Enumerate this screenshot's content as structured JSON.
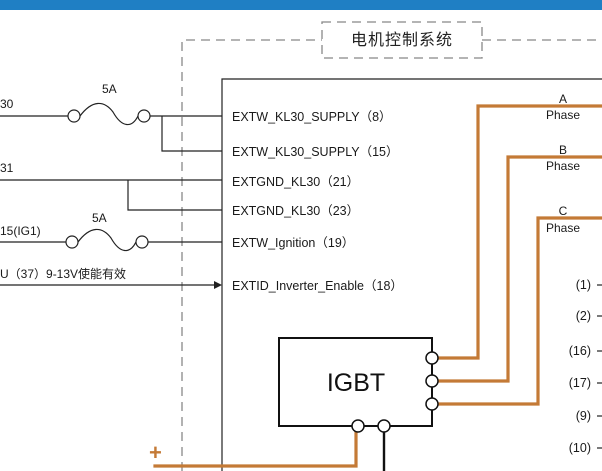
{
  "system_title": "电机控制系统",
  "left_labels": {
    "kl30": "30",
    "kl31": "31",
    "ign": "15(IG1)",
    "vcu_enable": "U（37）9-13V使能有效"
  },
  "fuses": [
    "5A",
    "5A"
  ],
  "pins": [
    "EXTW_KL30_SUPPLY（8）",
    "EXTW_KL30_SUPPLY（15）",
    "EXTGND_KL30（21）",
    "EXTGND_KL30（23）",
    "EXTW_Ignition（19）",
    "EXTID_Inverter_Enable（18）"
  ],
  "phases": [
    {
      "letter": "A",
      "word": "Phase"
    },
    {
      "letter": "B",
      "word": "Phase"
    },
    {
      "letter": "C",
      "word": "Phase"
    }
  ],
  "right_pins": [
    "(1)",
    "(2)",
    "(16)",
    "(17)",
    "(9)",
    "(10)"
  ],
  "igbt_label": "IGBT",
  "plus_sign": "+",
  "colors": {
    "top_bar": "#1f7fc4",
    "power_wire": "#c47a36"
  }
}
